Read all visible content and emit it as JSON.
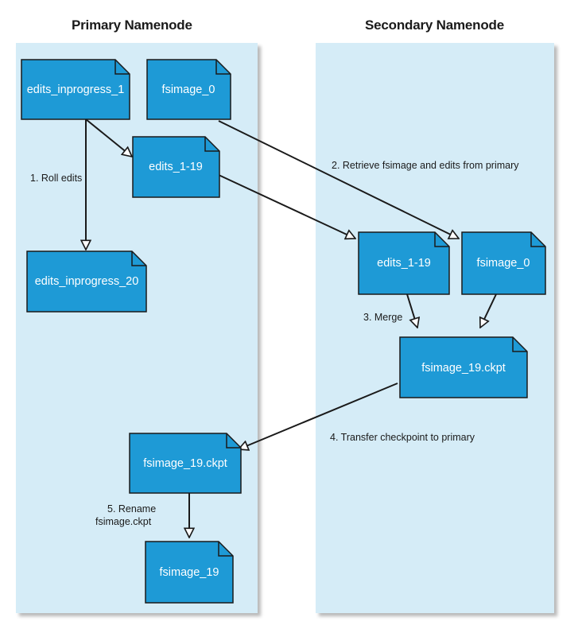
{
  "headings": {
    "primary": "Primary Namenode",
    "secondary": "Secondary Namenode"
  },
  "files": {
    "primary_edits_inprogress_1": "edits_inprogress_1",
    "primary_fsimage_0": "fsimage_0",
    "primary_edits_1_19": "edits_1-19",
    "primary_edits_inprogress_20": "edits_inprogress_20",
    "secondary_edits_1_19": "edits_1-19",
    "secondary_fsimage_0": "fsimage_0",
    "secondary_fsimage_19_ckpt": "fsimage_19.ckpt",
    "primary_fsimage_19_ckpt": "fsimage_19.ckpt",
    "primary_fsimage_19": "fsimage_19"
  },
  "steps": {
    "roll_edits": "1. Roll edits",
    "retrieve": "2. Retrieve fsimage and edits from primary",
    "merge": "3. Merge",
    "transfer": "4. Transfer checkpoint to primary",
    "rename_line1": "5. Rename",
    "rename_line2": "fsimage.ckpt"
  },
  "colors": {
    "panel_fill": "#d5ecf7",
    "document_fill": "#1e9ad6",
    "document_stroke": "#1a1a1a",
    "arrow": "#1a1a1a"
  }
}
